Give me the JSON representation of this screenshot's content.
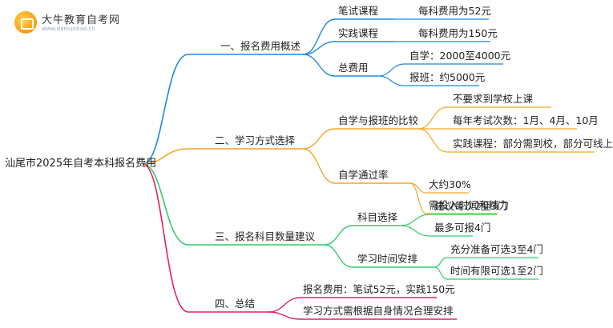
{
  "logo": {
    "name": "大牛教育自考网",
    "url": "www.daniuzikao.cn"
  },
  "root": "汕尾市2025年自考本科报名费用",
  "colors": {
    "b1": "#1e88e5",
    "b2": "#f5a623",
    "b3": "#2ecc71",
    "b4": "#e91e63"
  },
  "branches": [
    {
      "label": "一、报名费用概述",
      "children": [
        {
          "label": "笔试课程",
          "children": [
            "每科费用为52元"
          ]
        },
        {
          "label": "实践课程",
          "children": [
            "每科费用为150元"
          ]
        },
        {
          "label": "总费用",
          "children": [
            "自学：2000至4000元",
            "报班：约5000元"
          ]
        }
      ]
    },
    {
      "label": "二、学习方式选择",
      "children": [
        {
          "label": "自学与报班的比较",
          "children": [
            "不要求到学校上课",
            "每年考试次数：1月、4月、10月",
            "实践课程：部分需到校，部分可线上"
          ]
        },
        {
          "label": "自学通过率",
          "children": [
            "大约30%",
            "需投入时间和精力"
          ]
        }
      ]
    },
    {
      "label": "三、报名科目数量建议",
      "children": [
        {
          "label": "科目选择",
          "children": [
            "建议每次2至3门",
            "最多可报4门"
          ]
        },
        {
          "label": "学习时间安排",
          "children": [
            "充分准备可选3至4门",
            "时间有限可选1至2门"
          ]
        }
      ]
    },
    {
      "label": "四、总结",
      "children": [
        {
          "label": "报名费用：笔试52元，实践150元",
          "children": []
        },
        {
          "label": "学习方式需根据自身情况合理安排",
          "children": []
        }
      ]
    }
  ]
}
